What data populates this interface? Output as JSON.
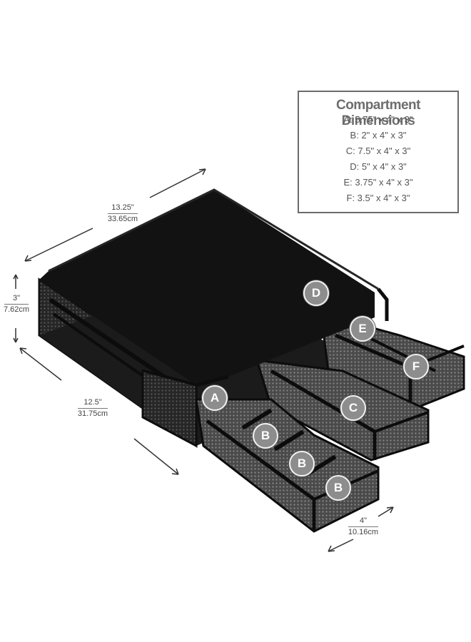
{
  "legend": {
    "title": "Compartment Dimensions",
    "lines": [
      "A: 5.75\" x 4\" x 3\"",
      "B: 2\" x 4\" x 3\"",
      "C: 7.5\" x 4\" x 3\"",
      "D: 5\" x 4\" x 3\"",
      "E: 3.75\" x 4\" x 3\"",
      "F: 3.5\" x 4\" x 3\""
    ]
  },
  "dimensions": {
    "width": {
      "in": "13.25\"",
      "cm": "33.65cm"
    },
    "height": {
      "in": "3\"",
      "cm": "7.62cm"
    },
    "depth": {
      "in": "12.5\"",
      "cm": "31.75cm"
    },
    "drawer": {
      "in": "4\"",
      "cm": "10.16cm"
    }
  },
  "badges": {
    "a": "A",
    "b1": "B",
    "b2": "B",
    "b3": "B",
    "c": "C",
    "d": "D",
    "e": "E",
    "f": "F"
  },
  "colors": {
    "product": "#141414",
    "mesh": "#2a2a2a",
    "badge": "#8d8d8d",
    "frame": "#6b6b6b"
  }
}
